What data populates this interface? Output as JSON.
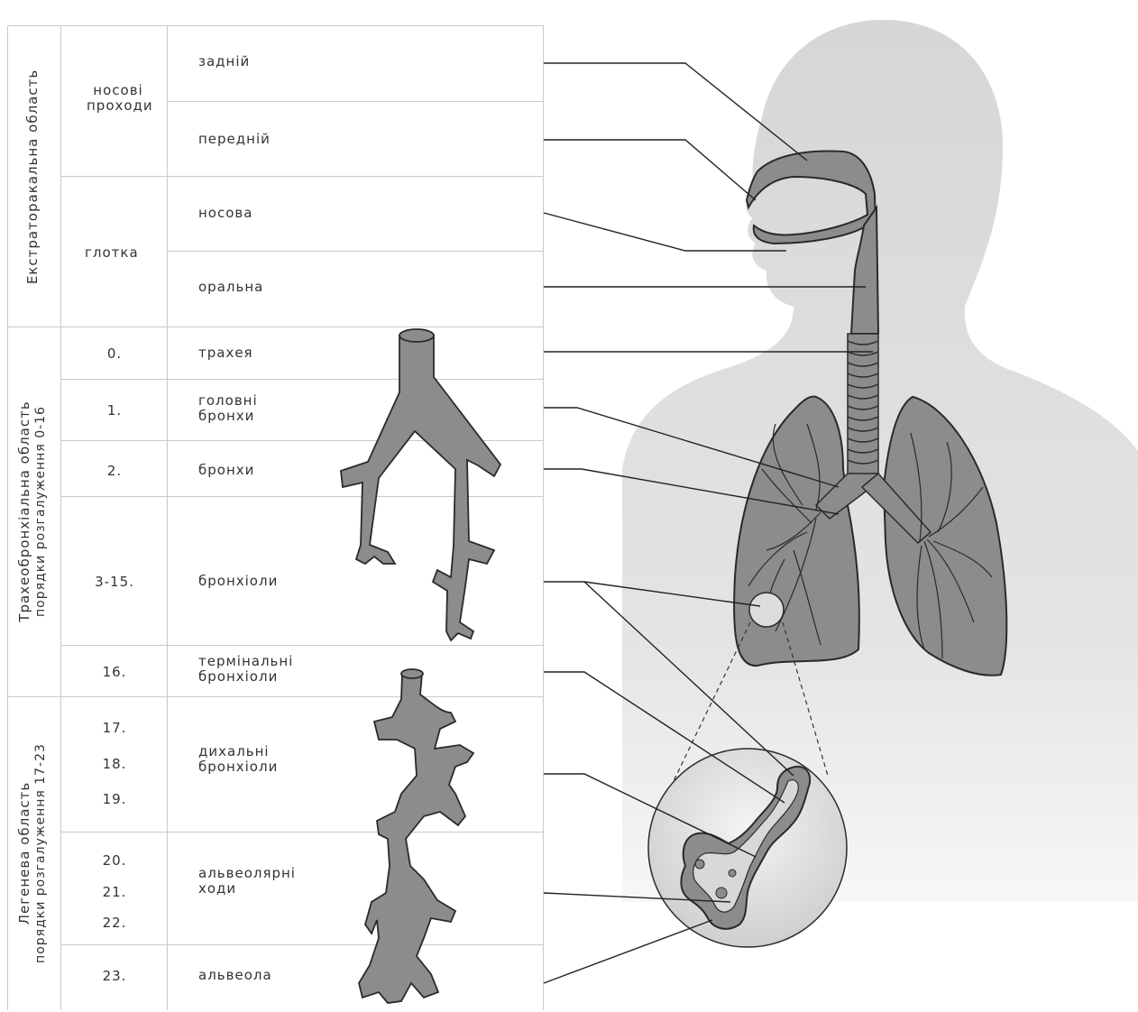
{
  "regions": {
    "extrathoracic": "Екстраторакальна область",
    "tracheobronchial": "Трахеобронхіальна область",
    "tracheobronchial_sub": "порядки розгалуження 0-16",
    "pulmonary": "Легенева область",
    "pulmonary_sub": "порядки розгалуження 17-23"
  },
  "groups": {
    "nasal": "носові проходи",
    "pharynx": "глотка"
  },
  "rows": [
    {
      "num": "",
      "label": "задній"
    },
    {
      "num": "",
      "label": "передній"
    },
    {
      "num": "",
      "label": "носова"
    },
    {
      "num": "",
      "label": "оральна"
    },
    {
      "num": "0.",
      "label": "трахея"
    },
    {
      "num": "1.",
      "label": "головні бронхи"
    },
    {
      "num": "2.",
      "label": "бронхи"
    },
    {
      "num": "3-15.",
      "label": "бронхіоли"
    },
    {
      "num": "16.",
      "label": "термінальні бронхіоли"
    },
    {
      "num": "17.",
      "label": ""
    },
    {
      "num": "18.",
      "label": "дихальні бронхіоли"
    },
    {
      "num": "19.",
      "label": ""
    },
    {
      "num": "20.",
      "label": ""
    },
    {
      "num": "21.",
      "label": "альвеолярні ходи"
    },
    {
      "num": "22.",
      "label": ""
    },
    {
      "num": "23.",
      "label": "альвеола"
    }
  ],
  "colors": {
    "organ_fill": "#8c8c8c",
    "organ_stroke": "#2a2a2a",
    "silhouette": "#dcdcdc",
    "grid": "#c9c9c9",
    "leader": "#222222"
  }
}
